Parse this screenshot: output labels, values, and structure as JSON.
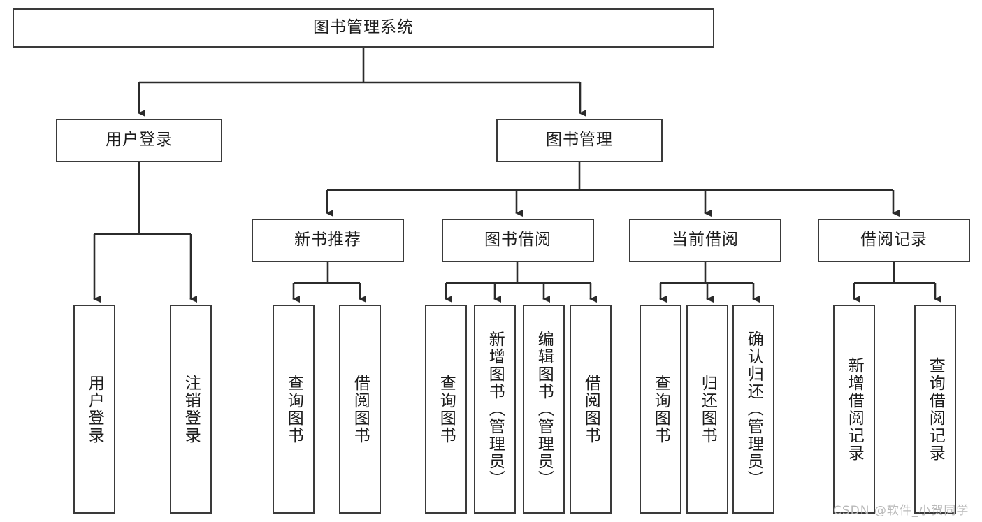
{
  "diagram": {
    "type": "hierarchy-tree",
    "title": "图书管理系统",
    "style": {
      "background": "#ffffff",
      "box_border": "#3a3a3a",
      "box_fill": "#ffffff",
      "text_color": "#1c1c1c",
      "edge_color": "#2b2b2b"
    },
    "root": {
      "label": "图书管理系统"
    },
    "level2": [
      {
        "label": "用户登录"
      },
      {
        "label": "图书管理"
      }
    ],
    "level3": [
      {
        "label": "新书推荐"
      },
      {
        "label": "图书借阅"
      },
      {
        "label": "当前借阅"
      },
      {
        "label": "借阅记录"
      }
    ],
    "leaves": {
      "user_login": [
        {
          "label": "用户登录"
        },
        {
          "label": "注销登录"
        }
      ],
      "new_book_recommend": [
        {
          "label": "查询图书"
        },
        {
          "label": "借阅图书"
        }
      ],
      "book_borrow": [
        {
          "label": "查询图书"
        },
        {
          "label": "新增图书（管理员）"
        },
        {
          "label": "编辑图书（管理员）"
        },
        {
          "label": "借阅图书"
        }
      ],
      "current_borrow": [
        {
          "label": "查询图书"
        },
        {
          "label": "归还图书"
        },
        {
          "label": "确认归还（管理员）"
        }
      ],
      "borrow_record": [
        {
          "label": "新增借阅记录"
        },
        {
          "label": "查询借阅记录"
        }
      ]
    }
  },
  "watermark": {
    "text": "CSDN @软件_小贺同学"
  }
}
